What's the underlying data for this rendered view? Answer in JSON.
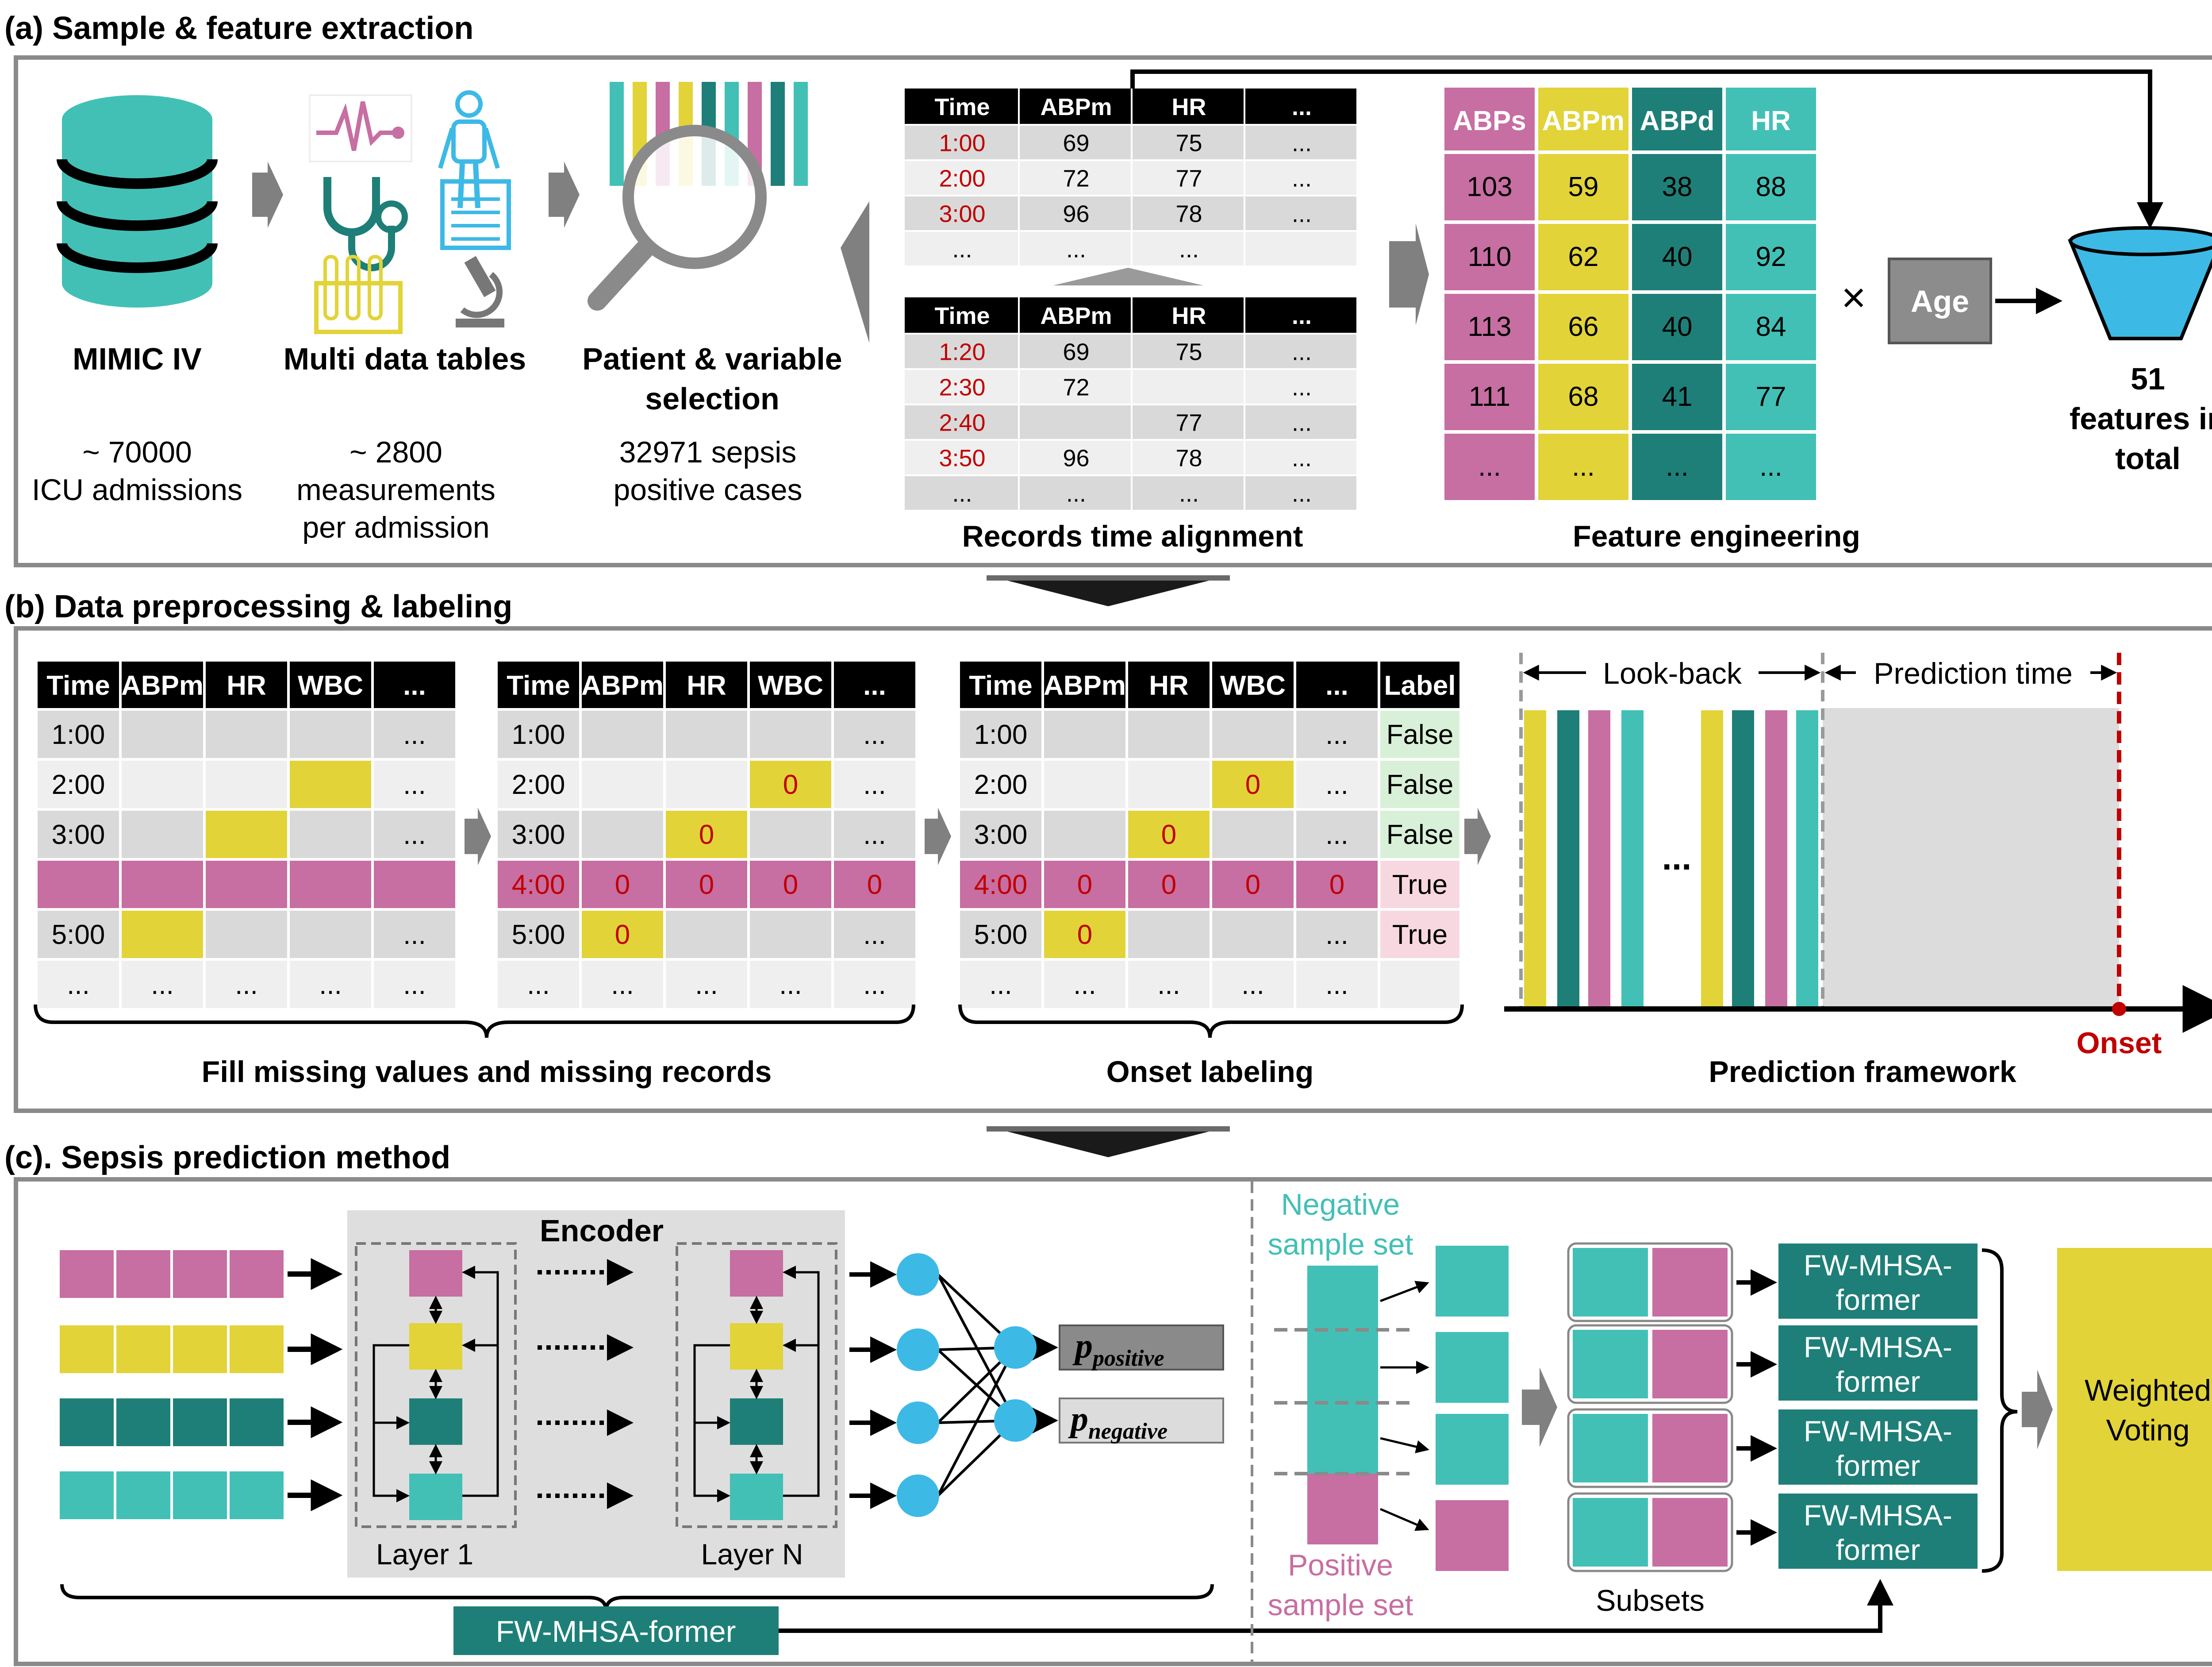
{
  "colors": {
    "pink": "#c76ea2",
    "yellow": "#e2d339",
    "teal_dark": "#1e7f78",
    "teal_light": "#42c0b6",
    "gray_arrow": "#808080",
    "gray_panel": "#dedede",
    "red": "#c00000",
    "blue": "#3db9e6",
    "label_false": "#d8f0d8",
    "label_true": "#f8d8e0"
  },
  "panel_a": {
    "title": "(a) Sample & feature extraction",
    "mimic": {
      "title": "MIMIC IV",
      "line1": "~ 70000",
      "line2": "ICU admissions",
      "icon": "database-icon"
    },
    "tables": {
      "title": "Multi data tables",
      "line1": "~ 2800",
      "line2": "measurements",
      "line3": "per admission",
      "icons": [
        "ecg-icon",
        "skeleton-icon",
        "stethoscope-icon",
        "report-icon",
        "test-tubes-icon",
        "microscope-icon"
      ]
    },
    "selection": {
      "title1": "Patient & variable",
      "title2": "selection",
      "line1": "32971 sepsis",
      "line2": "positive cases",
      "icon": "magnifier-icon"
    },
    "aligned_table": {
      "headers": [
        "Time",
        "ABPm",
        "HR",
        "..."
      ],
      "rows": [
        [
          "1:00",
          "69",
          "75",
          "..."
        ],
        [
          "2:00",
          "72",
          "77",
          "..."
        ],
        [
          "3:00",
          "96",
          "78",
          "..."
        ],
        [
          "...",
          "...",
          "...",
          ""
        ]
      ]
    },
    "raw_table": {
      "headers": [
        "Time",
        "ABPm",
        "HR",
        "..."
      ],
      "rows": [
        [
          "1:20",
          "69",
          "75",
          "..."
        ],
        [
          "2:30",
          "72",
          "",
          "..."
        ],
        [
          "2:40",
          "",
          "77",
          "..."
        ],
        [
          "3:50",
          "96",
          "78",
          "..."
        ],
        [
          "...",
          "...",
          "...",
          "..."
        ]
      ]
    },
    "alignment_label": "Records time alignment",
    "feature_table": {
      "headers": [
        "ABPs",
        "ABPm",
        "ABPd",
        "HR"
      ],
      "rows": [
        [
          "103",
          "59",
          "38",
          "88"
        ],
        [
          "110",
          "62",
          "40",
          "92"
        ],
        [
          "113",
          "66",
          "40",
          "84"
        ],
        [
          "111",
          "68",
          "41",
          "77"
        ],
        [
          "...",
          "...",
          "...",
          "..."
        ]
      ]
    },
    "times_symbol": "×",
    "age_label": "Age",
    "feature_engineering_label": "Feature engineering",
    "total": {
      "line1": "51",
      "line2": "features in",
      "line3": "total"
    }
  },
  "panel_b": {
    "title": "(b) Data preprocessing & labeling",
    "table1": {
      "headers": [
        "Time",
        "ABPm",
        "HR",
        "WBC",
        "..."
      ],
      "rows": [
        [
          "1:00",
          "",
          "",
          "",
          "..."
        ],
        [
          "2:00",
          "",
          "",
          "",
          "..."
        ],
        [
          "3:00",
          "",
          "",
          "",
          "..."
        ],
        [
          "",
          "",
          "",
          "",
          ""
        ],
        [
          "5:00",
          "",
          "",
          "",
          "..."
        ],
        [
          "...",
          "...",
          "...",
          "...",
          "..."
        ]
      ]
    },
    "table2": {
      "headers": [
        "Time",
        "ABPm",
        "HR",
        "WBC",
        "..."
      ],
      "rows": [
        [
          "1:00",
          "",
          "",
          "",
          "..."
        ],
        [
          "2:00",
          "",
          "",
          "0",
          "..."
        ],
        [
          "3:00",
          "",
          "0",
          "",
          "..."
        ],
        [
          "4:00",
          "0",
          "0",
          "0",
          "0"
        ],
        [
          "5:00",
          "0",
          "",
          "",
          "..."
        ],
        [
          "...",
          "...",
          "...",
          "...",
          "..."
        ]
      ]
    },
    "table3": {
      "headers": [
        "Time",
        "ABPm",
        "HR",
        "WBC",
        "...",
        "Label"
      ],
      "rows": [
        [
          "1:00",
          "",
          "",
          "",
          "...",
          "False"
        ],
        [
          "2:00",
          "",
          "",
          "0",
          "...",
          "False"
        ],
        [
          "3:00",
          "",
          "0",
          "",
          "...",
          "False"
        ],
        [
          "4:00",
          "0",
          "0",
          "0",
          "0",
          "True"
        ],
        [
          "5:00",
          "0",
          "",
          "",
          "...",
          "True"
        ],
        [
          "...",
          "...",
          "...",
          "...",
          "...",
          ""
        ]
      ]
    },
    "fill_label": "Fill missing values and missing records",
    "onset_labeling_label": "Onset labeling",
    "lookback_label": "Look-back",
    "prediction_time_label": "Prediction time",
    "ellipsis": "...",
    "onset_label": "Onset",
    "framework_label": "Prediction framework"
  },
  "panel_c": {
    "title": "(c). Sepsis prediction method",
    "encoder_label": "Encoder",
    "layer1_label": "Layer 1",
    "layerN_label": "Layer N",
    "p_positive_main": "p",
    "p_positive_sub": "positive",
    "p_negative_main": "p",
    "p_negative_sub": "negative",
    "model_label": "FW-MHSA-former",
    "negative_set": {
      "line1": "Negative",
      "line2": "sample set"
    },
    "positive_set": {
      "line1": "Positive",
      "line2": "sample set"
    },
    "subsets_label": "Subsets",
    "former_line1": "FW-MHSA-",
    "former_line2": "former",
    "voting": {
      "line1": "Weighted",
      "line2": "Voting"
    }
  }
}
